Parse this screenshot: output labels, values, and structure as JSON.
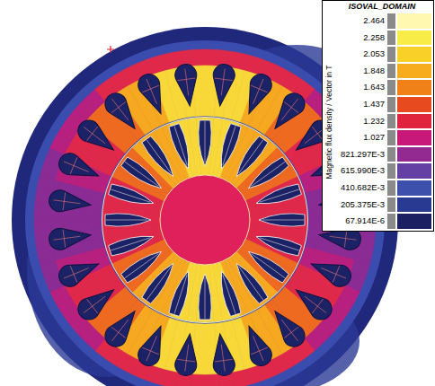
{
  "diagram": {
    "labels": [
      "ISOVAL_DOMAIN",
      "Magnetic flux density / Vector in T"
    ],
    "legend": [
      {
        "text": "2.464",
        "color": "#fff8b0"
      },
      {
        "text": "2.258",
        "color": "#f8ec48"
      },
      {
        "text": "2.053",
        "color": "#f8d028"
      },
      {
        "text": "1.848",
        "color": "#f6ac1c"
      },
      {
        "text": "1.643",
        "color": "#f08018"
      },
      {
        "text": "1.437",
        "color": "#e84a20"
      },
      {
        "text": "1.232",
        "color": "#e0243e"
      },
      {
        "text": "1.027",
        "color": "#c8187a"
      },
      {
        "text": "821.297E-3",
        "color": "#922a92"
      },
      {
        "text": "615.990E-3",
        "color": "#6440a4"
      },
      {
        "text": "410.682E-3",
        "color": "#3c50ac"
      },
      {
        "text": "205.375E-3",
        "color": "#283a92"
      },
      {
        "text": "67.914E-6",
        "color": "#1a2062"
      }
    ]
  }
}
